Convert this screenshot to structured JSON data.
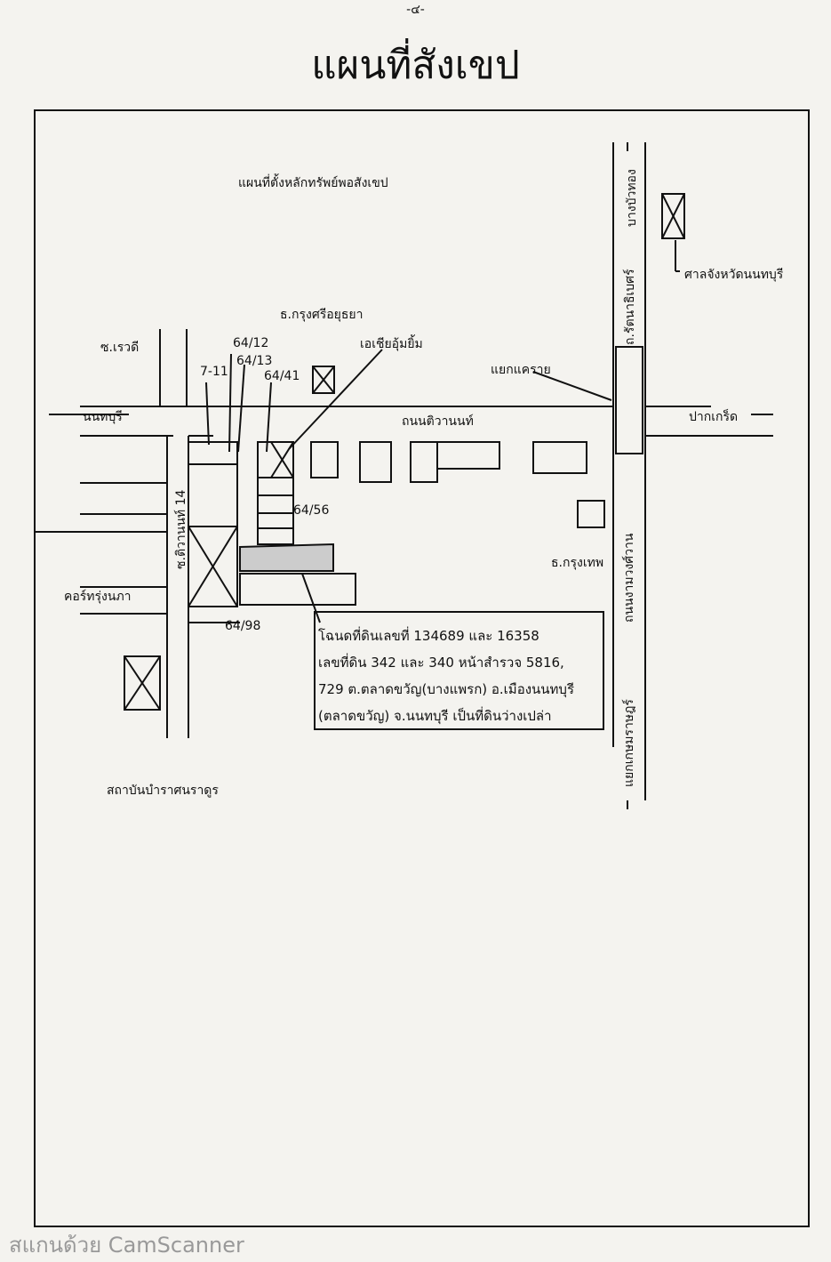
{
  "page_number": "-๔-",
  "title": "แผนที่สังเขป",
  "labels": {
    "header": "แผนที่ตั้งหลักทรัพย์พอสังเขป",
    "rattanathibet_road": "ถ.รัตนาธิเบศร์",
    "bang_bua_thong": "บางบัวทอง",
    "province_hall": "ศาลจังหวัดนนทบุรี",
    "krungsri_bank": "ธ.กรุงศรีอยุธยา",
    "rawadee_soi": "ซ.เรวดี",
    "seven_eleven": "7-11",
    "no_64_12": "64/12",
    "no_64_13": "64/13",
    "no_64_41": "64/41",
    "asia_oodomsap": "เอเชียอุ้มยิ้ม",
    "khae_rai_junction": "แยกแคราย",
    "nonthaburi_left": "นนทบุรี",
    "tiwanon_road": "ถนนติวานนท์",
    "pak_kret": "ปากเกร็ด",
    "tiwanon_soi_14": "ซ.ติวานนท์ 14",
    "no_64_56": "64/56",
    "krungthep_bank": "ธ.กรุงเทพ",
    "ngamwongwan_road": "ถนนงามวงศ์วาน",
    "khor_thung_nakha": "คอร์ทรุ่งนภา",
    "no_64_98": "64/98",
    "kasem_junction": "แยกเกษมราษฎร์",
    "bamrasnaradura": "สถาบันบำราศนราดูร",
    "note_line1": "โฉนดที่ดินเลขที่ 134689 และ 16358",
    "note_line2": "เลขที่ดิน 342 และ 340 หน้าสำรวจ 5816,",
    "note_line3": "729 ต.ตลาดขวัญ(บางแพรก) อ.เมืองนนทบุรี",
    "note_line4": "(ตลาดขวัญ) จ.นนทบุรี เป็นที่ดินว่างเปล่า"
  },
  "watermark": "สแกนด้วย CamScanner"
}
